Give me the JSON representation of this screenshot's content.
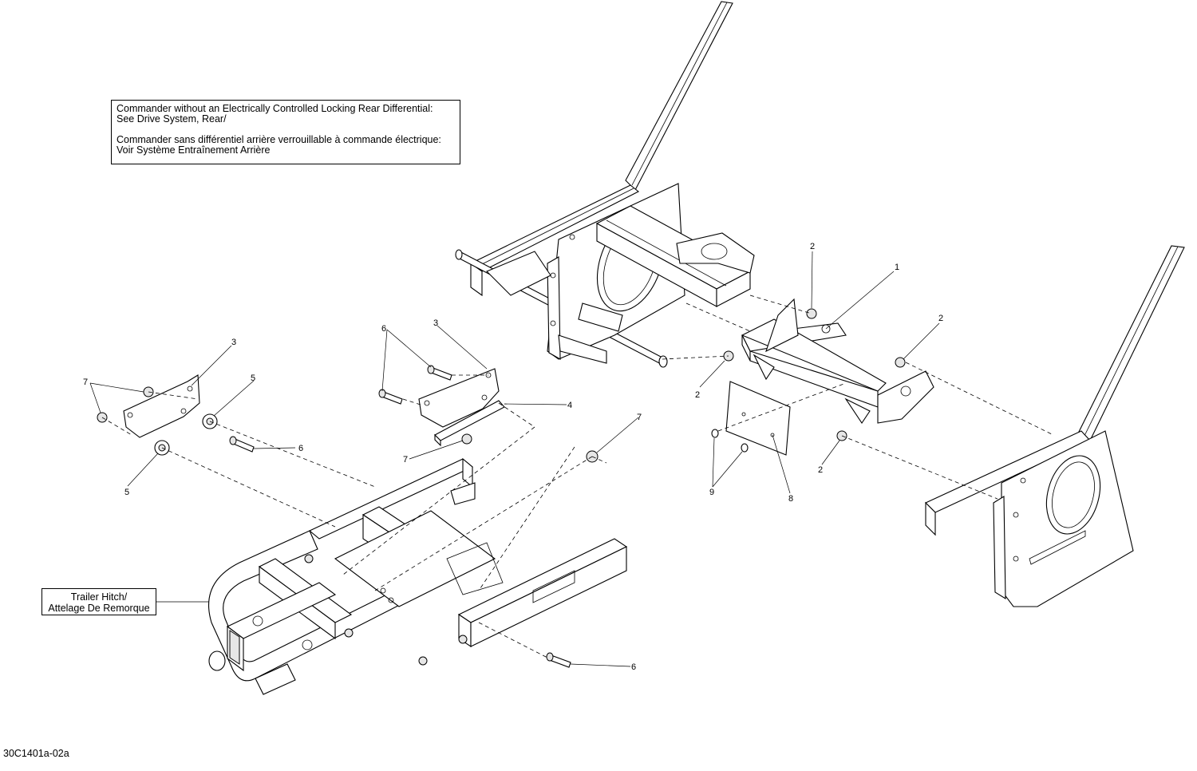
{
  "note": {
    "line1": "Commander without an Electrically Controlled Locking Rear Differential:",
    "line2": "See Drive System, Rear/",
    "line3": "Commander sans différentiel arrière verrouillable à commande électrique:",
    "line4": "Voir Système Entraînement Arrière"
  },
  "hitch_label": {
    "line1": "Trailer Hitch/",
    "line2": "Attelage De Remorque"
  },
  "ref_code": "30C1401a-02a",
  "callouts": {
    "c1": "1",
    "c2a": "2",
    "c2b": "2",
    "c2c": "2",
    "c2d": "2",
    "c3a": "3",
    "c3b": "3",
    "c4": "4",
    "c5a": "5",
    "c5b": "5",
    "c6a": "6",
    "c6b": "6",
    "c6c": "6",
    "c7a": "7",
    "c7b": "7",
    "c7c": "7",
    "c8": "8",
    "c9": "9"
  }
}
